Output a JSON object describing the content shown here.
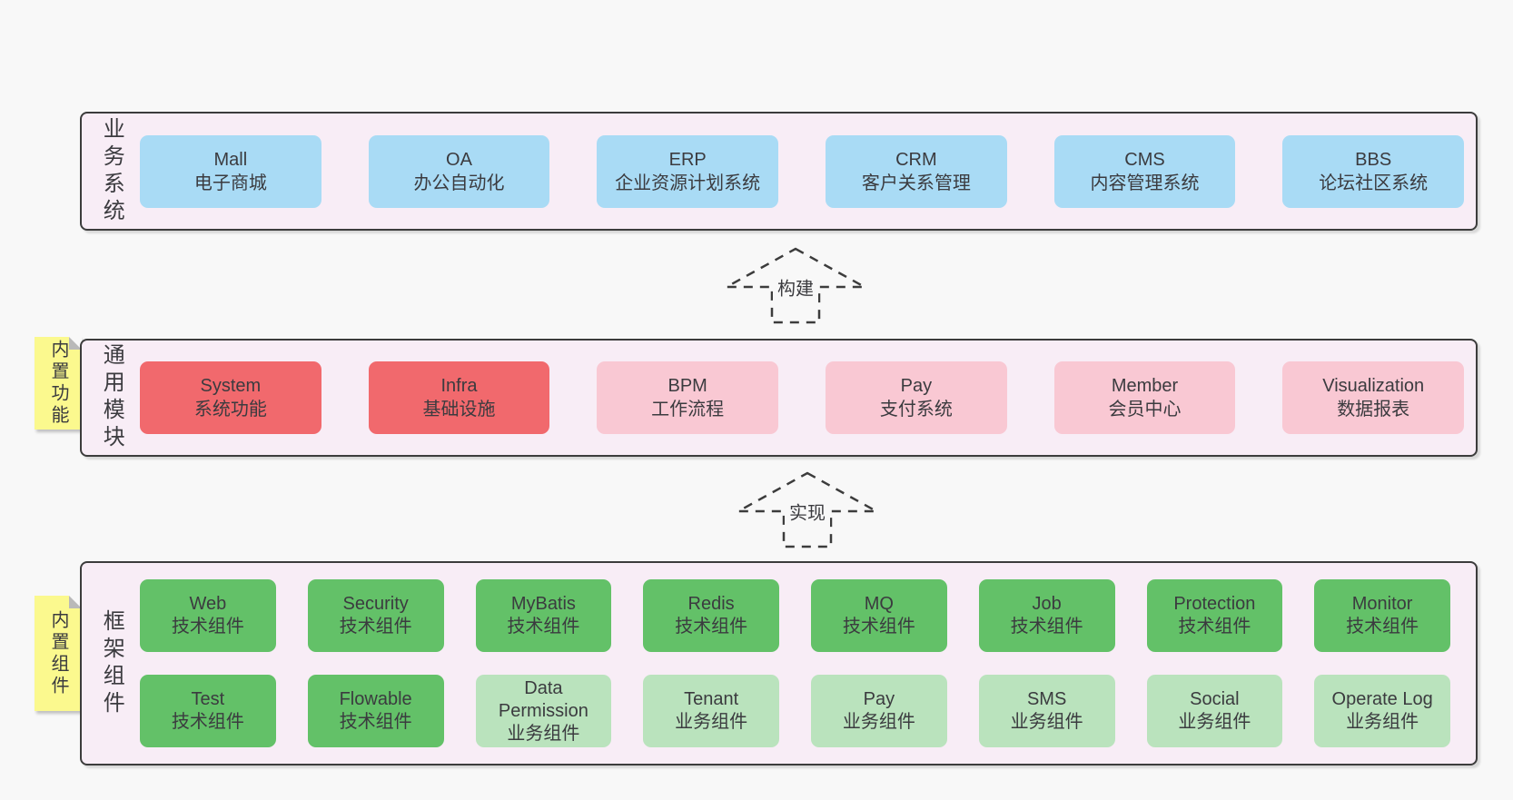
{
  "colors": {
    "page_bg": "#f8f8f8",
    "container_bg": "#f8edf6",
    "border": "#3c3c3c",
    "text": "#3b3b3f",
    "blue": "#a9dbf5",
    "red": "#f1696d",
    "pink": "#f9c8d3",
    "green_dark": "#63c168",
    "green_light": "#bae3bd",
    "sticky_yellow": "#fbf98e",
    "sticky_fold": "#b9b9b9"
  },
  "arrows": [
    {
      "label": "构建"
    },
    {
      "label": "实现"
    }
  ],
  "layers": [
    {
      "label": "业务系统",
      "boxes": [
        {
          "title": "Mall",
          "subtitle": "电子商城"
        },
        {
          "title": "OA",
          "subtitle": "办公自动化"
        },
        {
          "title": "ERP",
          "subtitle": "企业资源计划系统"
        },
        {
          "title": "CRM",
          "subtitle": "客户关系管理"
        },
        {
          "title": "CMS",
          "subtitle": "内容管理系统"
        },
        {
          "title": "BBS",
          "subtitle": "论坛社区系统"
        }
      ]
    },
    {
      "label": "通用模块",
      "sticky": "内置功能",
      "boxes": [
        {
          "title": "System",
          "subtitle": "系统功能"
        },
        {
          "title": "Infra",
          "subtitle": "基础设施"
        },
        {
          "title": "BPM",
          "subtitle": "工作流程"
        },
        {
          "title": "Pay",
          "subtitle": "支付系统"
        },
        {
          "title": "Member",
          "subtitle": "会员中心"
        },
        {
          "title": "Visualization",
          "subtitle": "数据报表"
        }
      ]
    },
    {
      "label": "框架组件",
      "sticky": "内置组件",
      "rows": [
        [
          {
            "title": "Web",
            "subtitle": "技术组件"
          },
          {
            "title": "Security",
            "subtitle": "技术组件"
          },
          {
            "title": "MyBatis",
            "subtitle": "技术组件"
          },
          {
            "title": "Redis",
            "subtitle": "技术组件"
          },
          {
            "title": "MQ",
            "subtitle": "技术组件"
          },
          {
            "title": "Job",
            "subtitle": "技术组件"
          },
          {
            "title": "Protection",
            "subtitle": "技术组件"
          },
          {
            "title": "Monitor",
            "subtitle": "技术组件"
          }
        ],
        [
          {
            "title": "Test",
            "subtitle": "技术组件"
          },
          {
            "title": "Flowable",
            "subtitle": "技术组件"
          },
          {
            "title": "Data Permission",
            "subtitle": "业务组件"
          },
          {
            "title": "Tenant",
            "subtitle": "业务组件"
          },
          {
            "title": "Pay",
            "subtitle": "业务组件"
          },
          {
            "title": "SMS",
            "subtitle": "业务组件"
          },
          {
            "title": "Social",
            "subtitle": "业务组件"
          },
          {
            "title": "Operate Log",
            "subtitle": "业务组件"
          }
        ]
      ]
    }
  ]
}
